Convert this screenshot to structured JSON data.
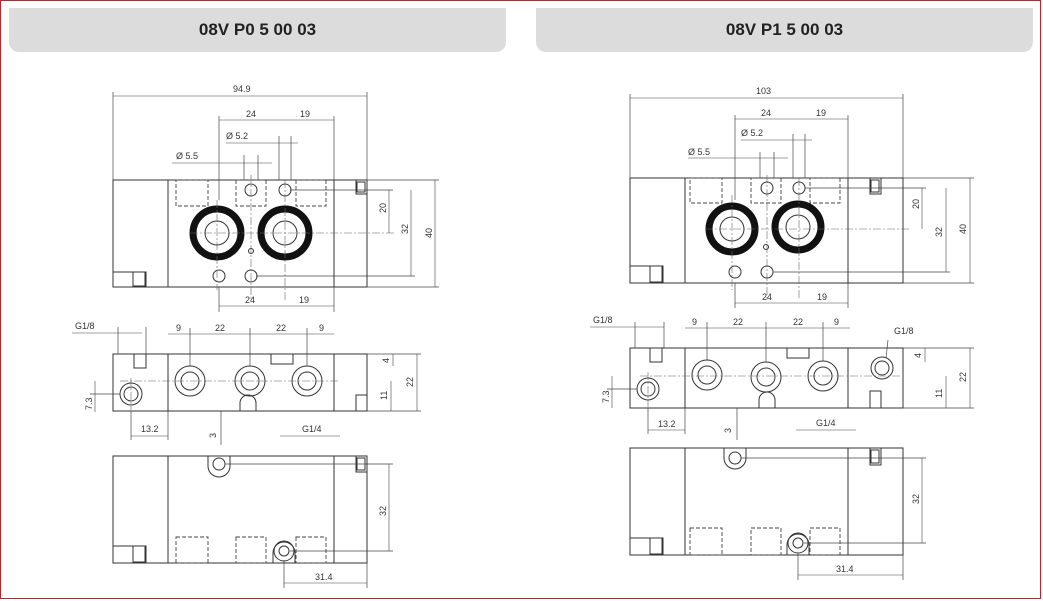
{
  "left": {
    "title": "08V P0 5 00 03",
    "dims": {
      "overall": "94.9",
      "top24": "24",
      "top19": "19",
      "d52": "Ø 5.2",
      "d55": "Ø 5.5",
      "v20": "20",
      "v32": "32",
      "v40": "40",
      "bot24": "24",
      "bot19": "19",
      "g18": "G1/8",
      "s9a": "9",
      "s22a": "22",
      "s22b": "22",
      "s9b": "9",
      "v4": "4",
      "v22": "22",
      "v11": "11",
      "v73": "7.3",
      "h132": "13.2",
      "v3": "3",
      "g14": "G1/4",
      "v32b": "32",
      "h314": "31.4"
    }
  },
  "right": {
    "title": "08V P1 5 00 03",
    "dims": {
      "overall": "103",
      "top24": "24",
      "top19": "19",
      "d52": "Ø 5.2",
      "d55": "Ø 5.5",
      "v20": "20",
      "v32": "32",
      "v40": "40",
      "bot24": "24",
      "bot19": "19",
      "g18": "G1/8",
      "s9a": "9",
      "s22a": "22",
      "s22b": "22",
      "s9b": "9",
      "g18r": "G1/8",
      "v4": "4",
      "v22": "22",
      "v11": "11",
      "v73": "7.3",
      "h132": "13.2",
      "v3": "3",
      "g14": "G1/4",
      "v32b": "32",
      "h314": "31.4"
    }
  }
}
